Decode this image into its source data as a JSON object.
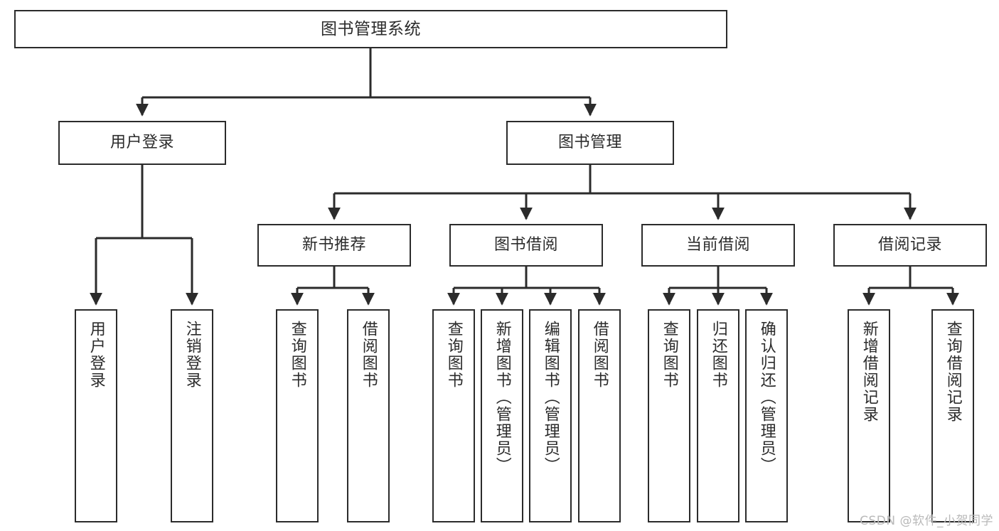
{
  "diagram": {
    "title": "图书管理系统",
    "type": "tree-hierarchy",
    "edge_color": "#2b2b2b",
    "box_border_color": "#2b2b2b",
    "background_color": "#ffffff",
    "watermark": "CSDN @软件_小贺同学"
  },
  "nodes": {
    "root": {
      "label": "图书管理系统"
    },
    "level2": [
      {
        "label": "用户登录"
      },
      {
        "label": "图书管理"
      }
    ],
    "level3": [
      {
        "label": "新书推荐"
      },
      {
        "label": "图书借阅"
      },
      {
        "label": "当前借阅"
      },
      {
        "label": "借阅记录"
      }
    ],
    "leaves": {
      "user_login": [
        {
          "label": "用户登录"
        },
        {
          "label": "注销登录"
        }
      ],
      "new_book_recommend": [
        {
          "label": "查询图书"
        },
        {
          "label": "借阅图书"
        }
      ],
      "book_borrow": [
        {
          "label": "查询图书"
        },
        {
          "label": "新增图书（管理员）"
        },
        {
          "label": "编辑图书（管理员）"
        },
        {
          "label": "借阅图书"
        }
      ],
      "current_borrow": [
        {
          "label": "查询图书"
        },
        {
          "label": "归还图书"
        },
        {
          "label": "确认归还（管理员）"
        }
      ],
      "borrow_record": [
        {
          "label": "新增借阅记录"
        },
        {
          "label": "查询借阅记录"
        }
      ]
    }
  }
}
